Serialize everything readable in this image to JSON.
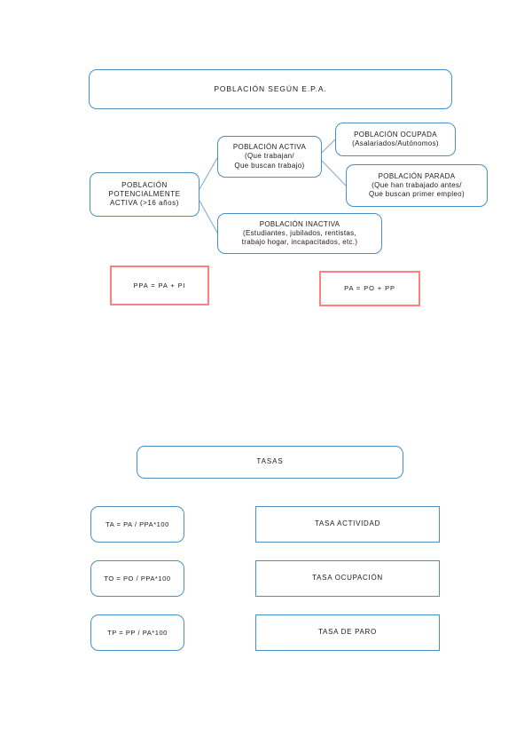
{
  "document": {
    "title": "POBLACIÓN SEGÚN E.P.A."
  },
  "diagram": {
    "root": {
      "label": "POBLACIÓN\nPOTENCIALMENTE\nACTIVA (>16 años)"
    },
    "nodes": {
      "activa": "POBLACIÓN ACTIVA\n(Que trabajan/\nQue buscan trabajo)",
      "ocupada": "POBLACIÓN OCUPADA\n(Asalariados/Autónomos)",
      "parada": "POBLACIÓN PARADA\n(Que han trabajado antes/\nQue buscan primer empleo)",
      "inactiva": "POBLACIÓN INACTIVA\n(Estudiantes, jubilados, rentistas,\ntrabajo hogar, incapacitados, etc.)"
    },
    "formulas": [
      {
        "text": "PPA = PA + PI"
      },
      {
        "text": "PA = PO + PP"
      }
    ]
  },
  "rates": {
    "heading": "TASAS",
    "rows": [
      {
        "formula": "TA = PA / PPA*100",
        "name": "TASA ACTIVIDAD"
      },
      {
        "formula": "TO = PO / PPA*100",
        "name": "TASA OCUPACIÓN"
      },
      {
        "formula": "TP = PP / PA*100",
        "name": "TASA DE PARO"
      }
    ]
  },
  "colors": {
    "box_border_blue": "#4a90c4",
    "formula_border_red": "#ff8080",
    "connector_blue": "#7fa8cc",
    "text": "#1a1a1a",
    "page_background": "#ffffff"
  }
}
